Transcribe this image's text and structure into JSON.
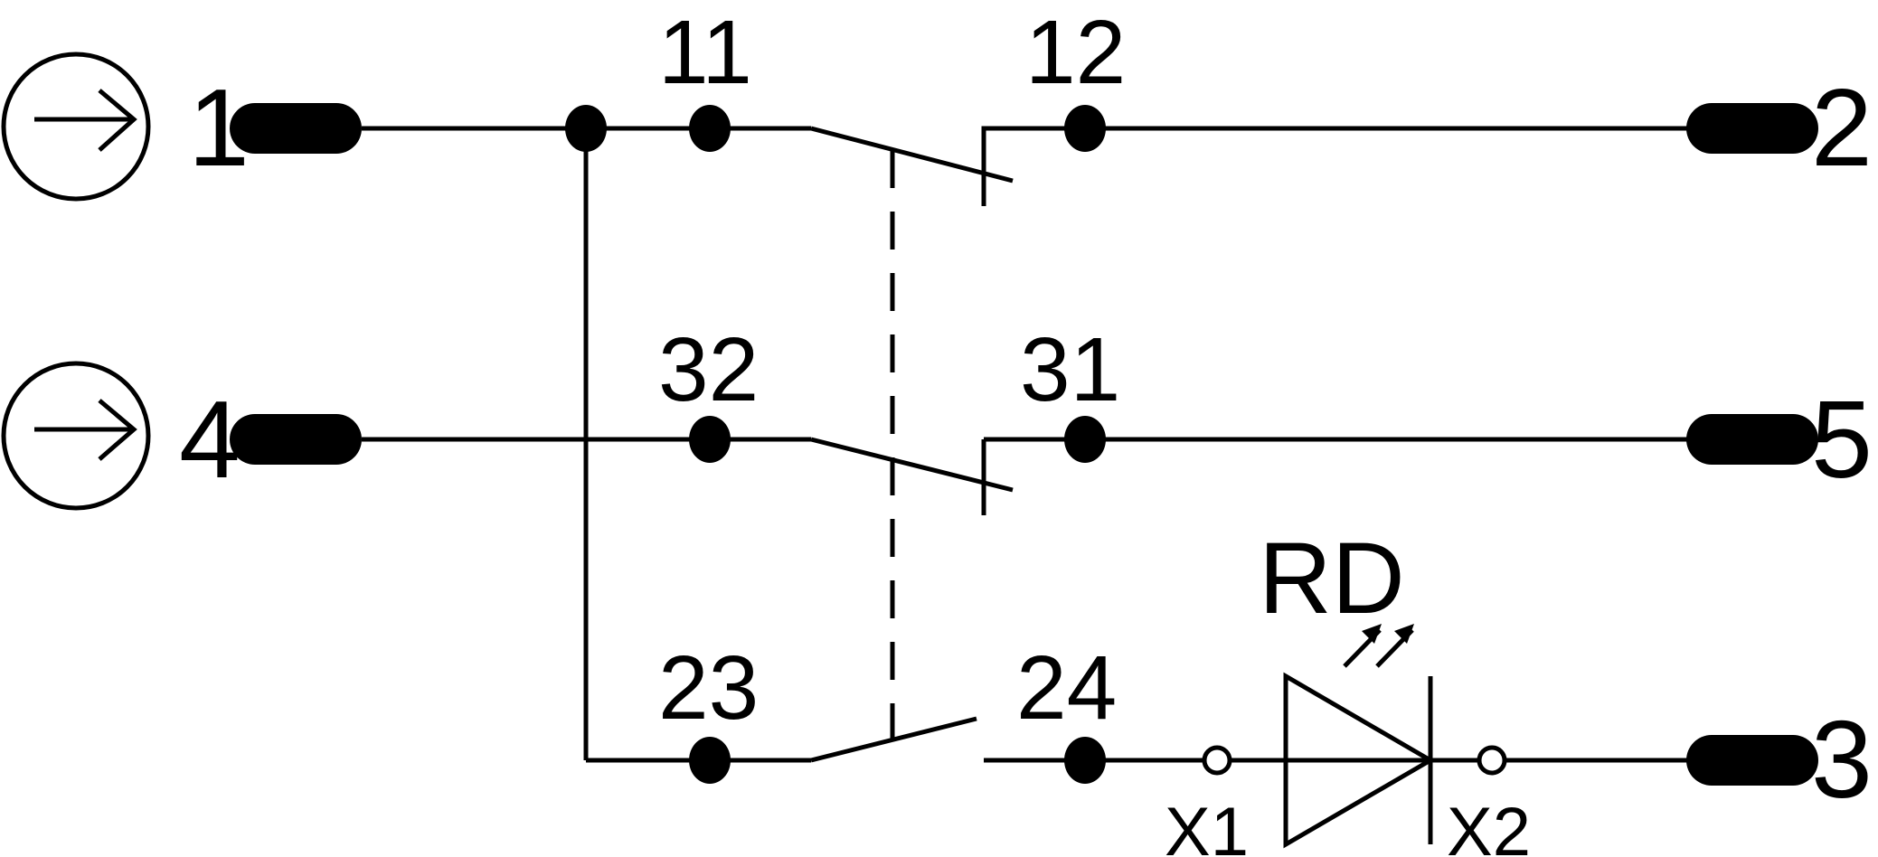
{
  "pins": {
    "p1": "1",
    "p2": "2",
    "p3": "3",
    "p4": "4",
    "p5": "5"
  },
  "contacts": {
    "c11": "11",
    "c12": "12",
    "c32": "32",
    "c31": "31",
    "c23": "23",
    "c24": "24"
  },
  "led": {
    "name": "RD",
    "terminal_1": "X1",
    "terminal_2": "X2"
  },
  "input_icons": [
    "arrow-in-circle-icon",
    "arrow-in-circle-icon"
  ]
}
